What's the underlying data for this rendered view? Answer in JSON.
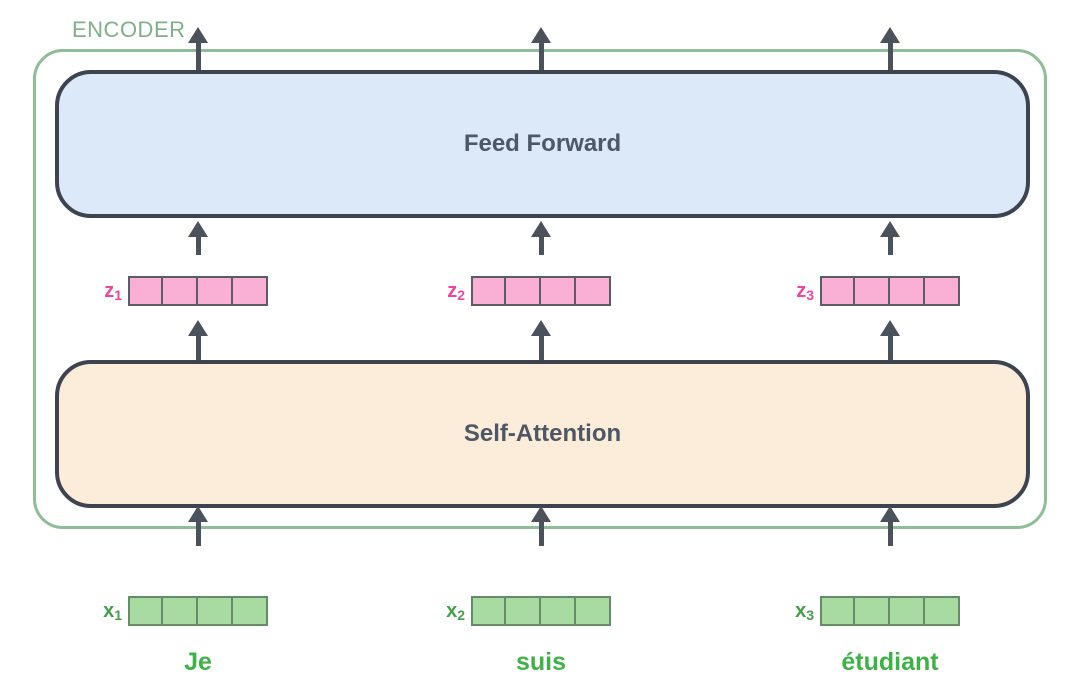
{
  "diagram": {
    "encoder_label": "ENCODER",
    "blocks": {
      "feed_forward": "Feed Forward",
      "self_attention": "Self-Attention"
    },
    "vectors": {
      "cells_per_vector": 4,
      "z": [
        {
          "base": "z",
          "sub": "1"
        },
        {
          "base": "z",
          "sub": "2"
        },
        {
          "base": "z",
          "sub": "3"
        }
      ],
      "x": [
        {
          "base": "x",
          "sub": "1"
        },
        {
          "base": "x",
          "sub": "2"
        },
        {
          "base": "x",
          "sub": "3"
        }
      ]
    },
    "words": [
      "Je",
      "suis",
      "étudiant"
    ],
    "colors": {
      "encoder_border": "#8ebd98",
      "encoder_label_text": "#7fb08a",
      "feed_forward_fill": "#dbe9f8",
      "self_attention_fill": "#fcecda",
      "block_border": "#3d4450",
      "block_text": "#4d5766",
      "z_cell_fill": "#fab0d5",
      "z_cell_border": "#5c5c66",
      "z_label_text": "#f0459f",
      "x_cell_fill": "#a7dba1",
      "x_cell_border": "#648c68",
      "x_label_text": "#43a047",
      "word_text": "#3eb247",
      "arrow": "#4c525c"
    }
  }
}
